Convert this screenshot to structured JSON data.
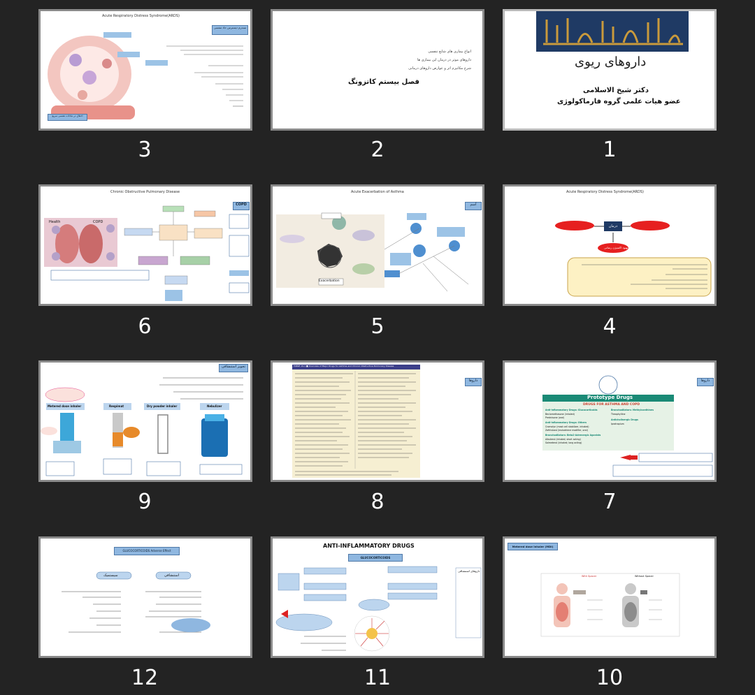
{
  "slides": [
    {
      "number": "1",
      "title": "داروهای ریوی",
      "author_line1": "دکتر شیخ الاسلامی",
      "author_line2": "عضو هیات علمی گروه فارماکولوژی"
    },
    {
      "number": "2",
      "heading": "فصل بیستم کاتزونگ",
      "bullets": [
        "انواع بیماری های شایع تنفسی",
        "داروهای موثر در درمان این بیماری ها",
        "شرح مکانیزم اثر و عوارض داروهای درمانی"
      ]
    },
    {
      "number": "3",
      "title": "Acute Respiratory Distress Syndrome(ARDS)",
      "tag": "سندرم دیسترس حاد تنفسی",
      "foot_label": "اختلال در تبادلات تنفسی سریع"
    },
    {
      "number": "4",
      "title": "Acute Respiratory Distress Syndrome(ARDS)",
      "center": "درمان",
      "note": "بهبود اکسیژن رسانی"
    },
    {
      "number": "5",
      "title": "Acute Exacerbation of Asthma",
      "tag": "آسم",
      "center_label": "Exacerbation"
    },
    {
      "number": "6",
      "title": "Chronic Obstructive Pulmonary Disease",
      "tag": "COPD",
      "health": "Health",
      "copd": "COPD"
    },
    {
      "number": "7",
      "tag": "داروها",
      "banner": "Prototype Drugs",
      "subbanner": "DRUGS FOR ASTHMA AND COPD",
      "col1": [
        "Anti-inflammatory Drugs: Glucocorticoids",
        "Beclomethasone (inhaled)",
        "Prednisone (oral)",
        "Anti-inflammatory Drugs: Others",
        "Cromolyn (mast cell stabilizer, inhaled)",
        "Zafirlukast (leukotriene modifier, oral)",
        "Bronchodilators: Beta2-Adrenergic Agonists",
        "Albuterol (inhaled; short acting)",
        "Salmeterol (inhaled; long acting)"
      ],
      "col2": [
        "Bronchodilators: Methylxanthines",
        "Theophylline",
        "Anticholinergic Drugs",
        "Ipratropium"
      ]
    },
    {
      "number": "8",
      "tag": "داروها",
      "table_title": "TABLE 19-1 ■ Overview of Major Drugs for Asthma and Chronic Obstructive Pulmonary Disease"
    },
    {
      "number": "9",
      "tag": "تجویز استنشاقی",
      "devices": [
        "Metered dose inhaler",
        "Respimat",
        "Dry powder inhaler",
        "Nebulizer"
      ]
    },
    {
      "number": "10",
      "title": "Metered dose inhaler (MDI)",
      "with_spacer": "With Spacer",
      "without_spacer": "Without Spacer"
    },
    {
      "number": "11",
      "title": "ANTI-INFLAMMATORY DRUGS",
      "subtitle": "GLUCOCORTICOIDS",
      "tag": "داروهای استنشاقی"
    },
    {
      "number": "12",
      "title": "GLUCOCORTICOIDS Adverse Effect",
      "left_head": "سیستمیک",
      "right_head": "استنشاقی"
    }
  ]
}
